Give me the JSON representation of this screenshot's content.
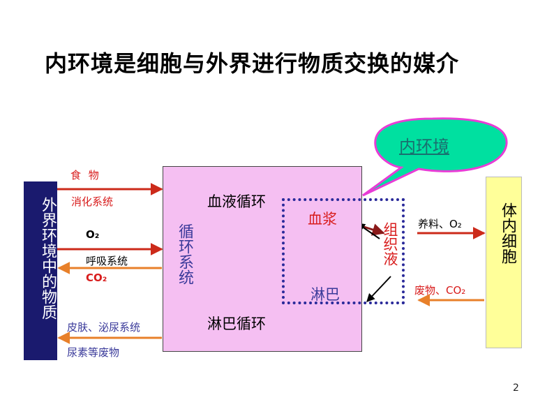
{
  "title": "内环境是细胞与外界进行物质交换的媒介",
  "outer_env": "外界环境中的物质",
  "circulation_system": "循环系统",
  "blood_circulation": "血液循环",
  "lymph_circulation": "淋巴循环",
  "plasma": "血浆",
  "lymph": "淋巴",
  "tissue_fluid": "组织液",
  "body_cell": "体内细胞",
  "internal_env_bubble": "内环境",
  "left_labels": {
    "food": "食 物",
    "digestive": "消化系统",
    "o2": "O₂",
    "respiratory": "呼吸系统",
    "co2": "CO₂",
    "skin_urinary": "皮肤、泌尿系统",
    "urea_waste": "尿素等废物"
  },
  "right_labels": {
    "nutrients_o2": "养料、O₂",
    "waste_co2": "废物、CO₂"
  },
  "page_number": "2",
  "colors": {
    "outer_box": "#1a1a6e",
    "circ_box": "#f5bff2",
    "cell_box": "#ffff99",
    "bubble": "#e83cd6",
    "arrow_red": "#cc2a1a",
    "arrow_orange": "#e8802a",
    "arrow_blue": "#1a1a8e"
  }
}
